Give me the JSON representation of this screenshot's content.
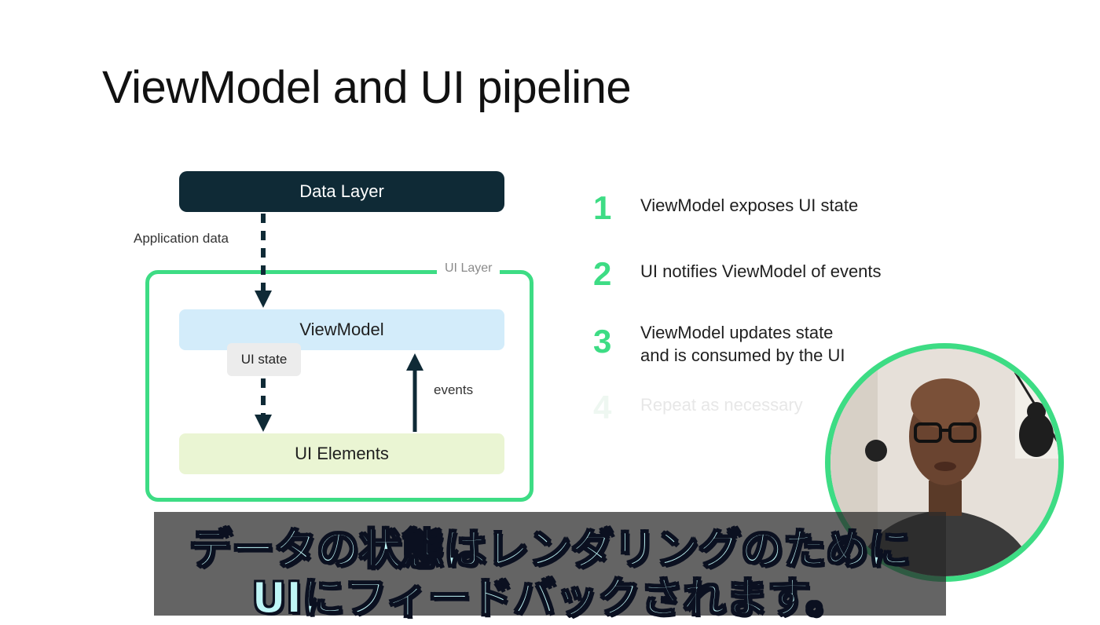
{
  "slide": {
    "title": "ViewModel and UI pipeline"
  },
  "diagram": {
    "data_layer": "Data Layer",
    "application_data": "Application data",
    "ui_layer": "UI Layer",
    "viewmodel": "ViewModel",
    "ui_state": "UI state",
    "events": "events",
    "ui_elements": "UI Elements"
  },
  "steps": [
    {
      "number": "1",
      "text": "ViewModel exposes UI state"
    },
    {
      "number": "2",
      "text": "UI notifies ViewModel of events"
    },
    {
      "number": "3",
      "text": "ViewModel updates state\nand is consumed by the UI"
    },
    {
      "number": "4",
      "text": "Repeat as necessary"
    }
  ],
  "subtitle": {
    "line1": "データの状態はレンダリングのために",
    "line2": "UIにフィードバックされます。"
  },
  "colors": {
    "accent_green": "#3ddc84",
    "data_layer_bg": "#0f2a36",
    "viewmodel_bg": "#d3ecfa",
    "ui_elements_bg": "#eaf5d3",
    "subtitle_text": "#bff6f7"
  }
}
